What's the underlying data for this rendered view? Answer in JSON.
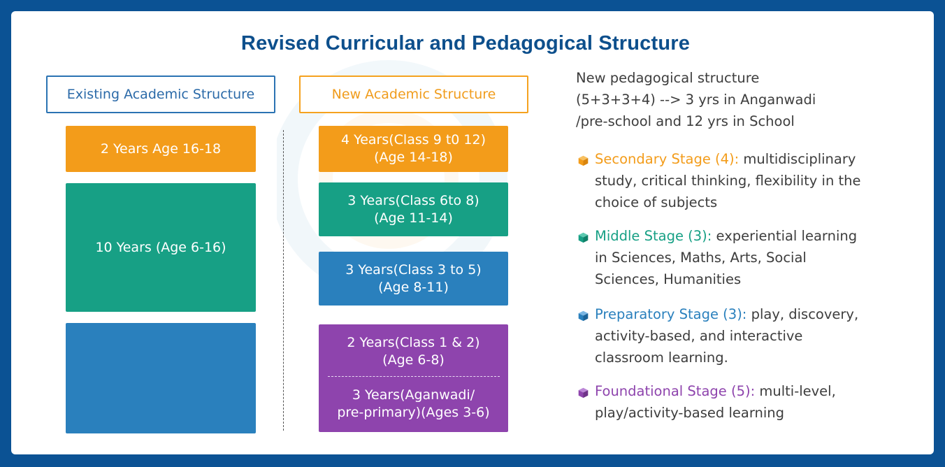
{
  "title": "Revised Curricular and Pedagogical Structure",
  "existing": {
    "header": "Existing Academic Structure",
    "blocks": [
      {
        "lines": [
          "2 Years Age 16-18"
        ]
      },
      {
        "lines": [
          "10 Years (Age 6-16)"
        ]
      },
      {
        "lines": [
          ""
        ]
      }
    ]
  },
  "new": {
    "header": "New Academic Structure",
    "blocks": [
      {
        "lines": [
          "4 Years(Class 9 t0 12)",
          "(Age 14-18)"
        ]
      },
      {
        "lines": [
          "3 Years(Class 6to 8)",
          "(Age 11-14)"
        ]
      },
      {
        "lines": [
          "3 Years(Class 3 to 5)",
          "(Age 8-11)"
        ]
      },
      {
        "lines": [
          "2 Years(Class 1 & 2)",
          "(Age 6-8)"
        ]
      },
      {
        "lines": [
          "3 Years(Aganwadi/",
          "pre-primary)(Ages 3-6)"
        ]
      }
    ]
  },
  "intro": {
    "lines": [
      "New pedagogical structure",
      "(5+3+3+4) --> 3 yrs in Anganwadi",
      "/pre-school and 12 yrs in School"
    ]
  },
  "stages": [
    {
      "name": "Secondary Stage (4):",
      "desc_first": " multidisciplinary",
      "desc_rest": [
        "study, critical thinking, flexibility in the",
        "choice of subjects"
      ],
      "icon": "cube-orange-icon"
    },
    {
      "name": "Middle Stage (3):",
      "desc_first": " experiential learning",
      "desc_rest": [
        "in Sciences, Maths, Arts, Social",
        "Sciences, Humanities"
      ],
      "icon": "cube-green-icon"
    },
    {
      "name": "Preparatory Stage (3):",
      "desc_first": " play, discovery,",
      "desc_rest": [
        "activity-based, and interactive",
        "classroom learning."
      ],
      "icon": "cube-blue-icon"
    },
    {
      "name": "Foundational Stage (5):",
      "desc_first": " multi-level,",
      "desc_rest": [
        "play/activity-based learning"
      ],
      "icon": "cube-purple-icon"
    }
  ],
  "colors": {
    "background": "#0b5294",
    "title": "#0d4f8c",
    "orange": "#f39c1a",
    "green": "#17a085",
    "blue": "#2a80bd",
    "purple": "#8e44ad"
  }
}
